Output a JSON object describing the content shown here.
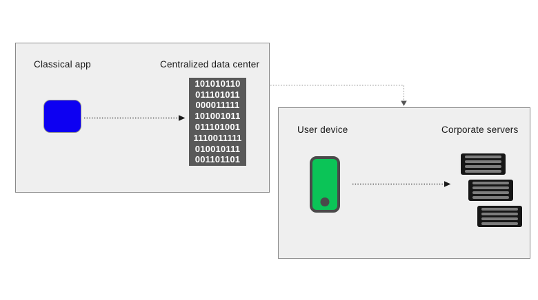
{
  "diagram": {
    "left_panel": {
      "app_label": "Classical app",
      "datacenter_label": "Centralized data center",
      "binary_lines": [
        "101010110",
        "011101011",
        "000011111",
        "101001011",
        "011101001",
        "1110011111",
        "010010111",
        "001101101"
      ]
    },
    "right_panel": {
      "device_label": "User device",
      "servers_label": "Corporate servers",
      "server_count": 3
    },
    "colors": {
      "panel_bg": "#efefef",
      "panel_border": "#8a8a8a",
      "app_blue": "#0d00f2",
      "phone_green": "#0bc457",
      "binary_bg": "#595959",
      "binary_text": "#ffffff",
      "server_body": "#161616",
      "server_bar": "#7d7d7d",
      "arrow_black": "#1a1a1a",
      "connector_gray": "#9a9a9a"
    }
  }
}
